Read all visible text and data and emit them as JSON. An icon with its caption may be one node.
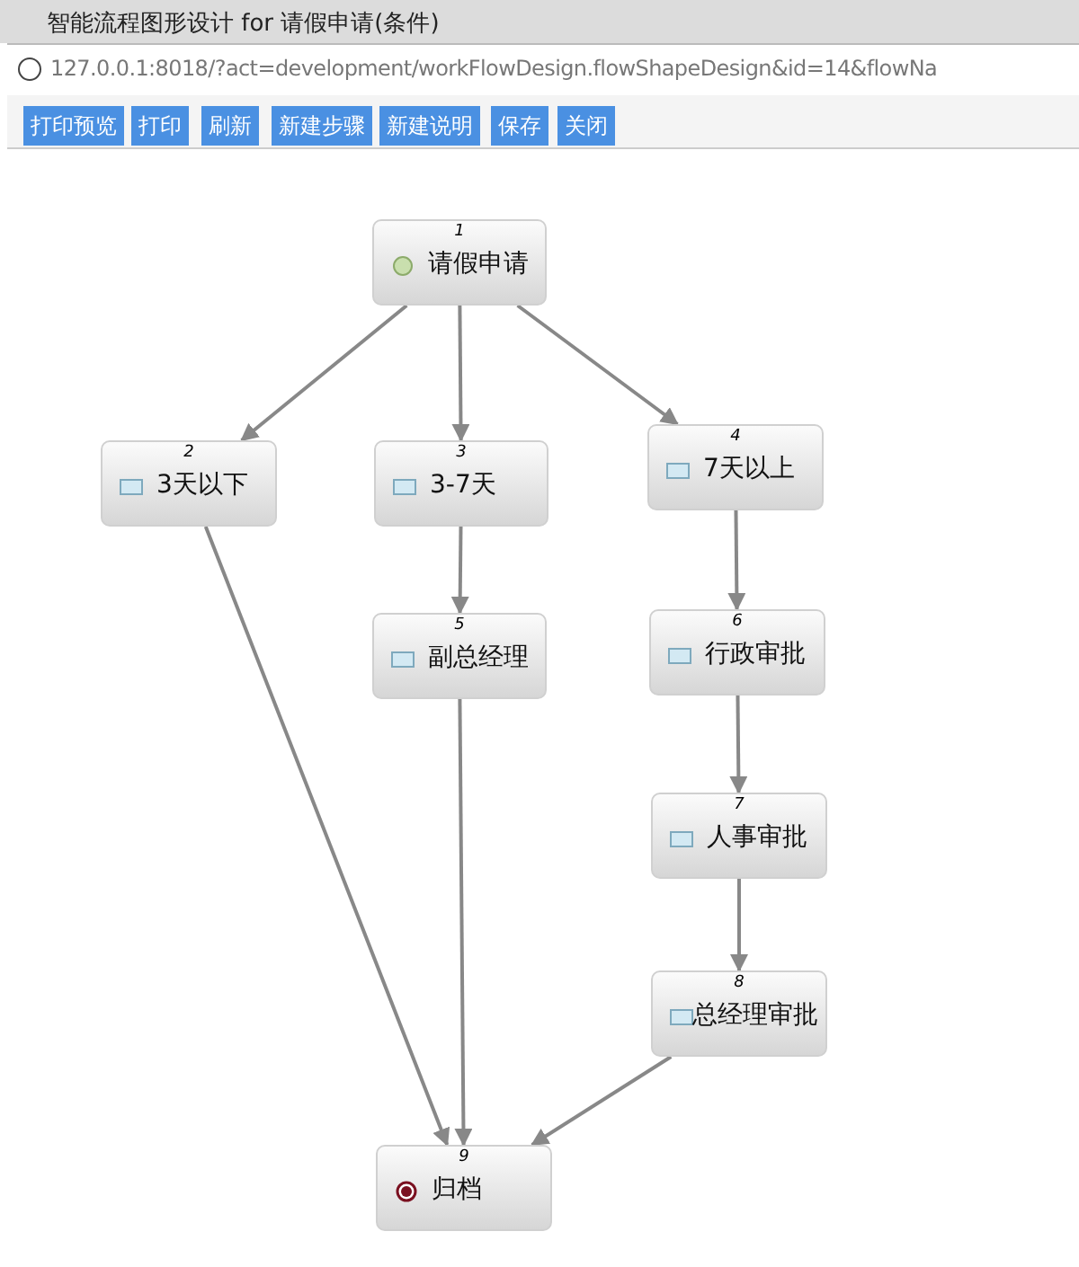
{
  "diagram": {
    "title": "智能流程图形设计 for 请假申请(条件)",
    "nodes": [
      {
        "text": [
          "1",
          "请假申请"
        ]
      },
      {
        "text": [
          "2",
          "3天以下"
        ]
      },
      {
        "text": [
          "3",
          "3-7天"
        ]
      },
      {
        "text": [
          "4",
          "7天以上"
        ]
      },
      {
        "text": [
          "5",
          "副总经理"
        ]
      },
      {
        "text": [
          "6",
          "行政审批"
        ]
      },
      {
        "text": [
          "7",
          "人事审批"
        ]
      },
      {
        "text": [
          "8",
          "总经理审批"
        ]
      },
      {
        "text": [
          "9",
          "归档"
        ]
      }
    ],
    "edges": [
      {
        "from": 0,
        "to": 1,
        "arrow": "to"
      },
      {
        "from": 0,
        "to": 2,
        "arrow": "to"
      },
      {
        "from": 0,
        "to": 3,
        "arrow": "to"
      },
      {
        "from": 1,
        "to": 8,
        "arrow": "to"
      },
      {
        "from": 2,
        "to": 4,
        "arrow": "to"
      },
      {
        "from": 4,
        "to": 8,
        "arrow": "to"
      },
      {
        "from": 3,
        "to": 5,
        "arrow": "to"
      },
      {
        "from": 5,
        "to": 6,
        "arrow": "to"
      },
      {
        "from": 6,
        "to": 7,
        "arrow": "to"
      },
      {
        "from": 7,
        "to": 8,
        "arrow": "to"
      }
    ],
    "labels": [
      "127.0.0.1:8018/?act=development/workFlowDesign.flowShapeDesign&id=14&flowNa",
      "打印预览",
      "打印",
      "刷新",
      "新建步骤",
      "新建说明",
      "保存",
      "关闭"
    ]
  }
}
